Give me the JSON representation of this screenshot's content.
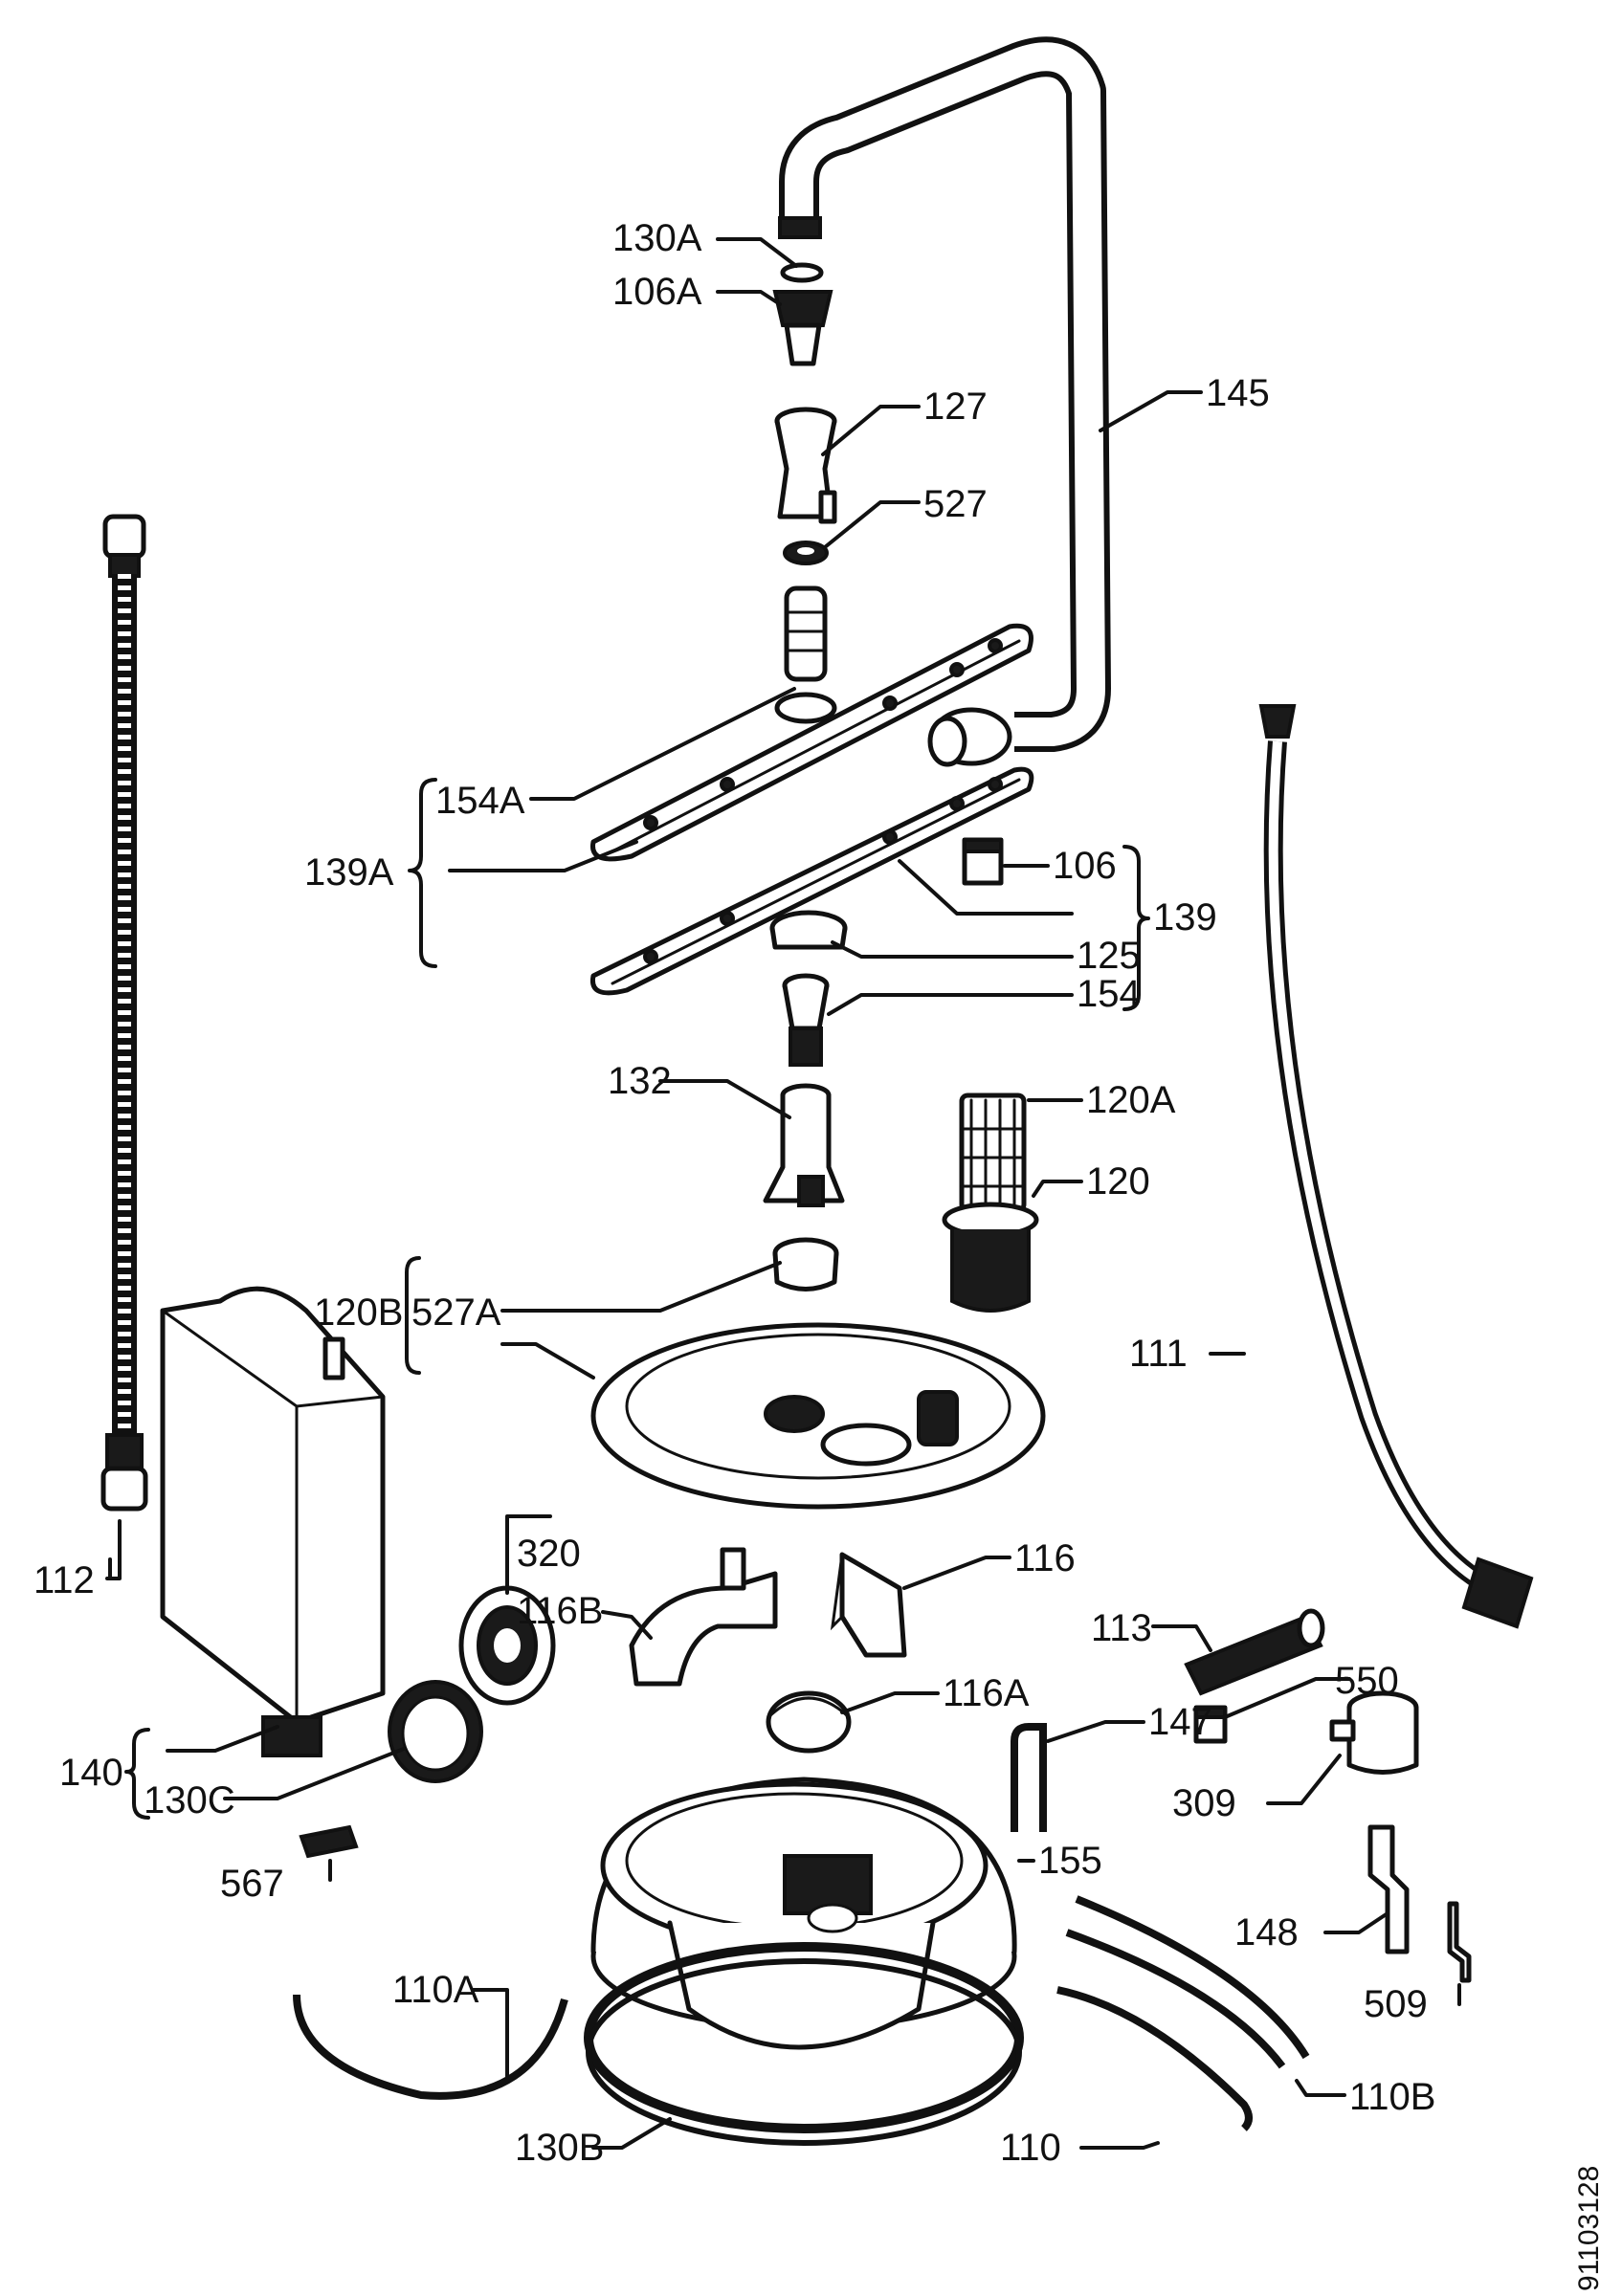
{
  "colors": {
    "ink": "#111111",
    "paper": "#ffffff"
  },
  "labels": {
    "l130A": "130A",
    "l106A": "106A",
    "l127": "127",
    "l145": "145",
    "l527": "527",
    "l154A": "154A",
    "l139A": "139A",
    "l106": "106",
    "l139": "139",
    "l125": "125",
    "l154": "154",
    "l132": "132",
    "l120A": "120A",
    "l120": "120",
    "l120B": "120B",
    "l527A": "527A",
    "l111": "111",
    "l112": "112",
    "l320": "320",
    "l116B": "116B",
    "l116": "116",
    "l113": "113",
    "l116A": "116A",
    "l550": "550",
    "l147": "147",
    "l309": "309",
    "l140": "140",
    "l130C": "130C",
    "l567": "567",
    "l155": "155",
    "l148": "148",
    "l509": "509",
    "l110A": "110A",
    "l130B": "130B",
    "l110": "110",
    "l110B": "110B"
  },
  "drawing_code": "91103128"
}
